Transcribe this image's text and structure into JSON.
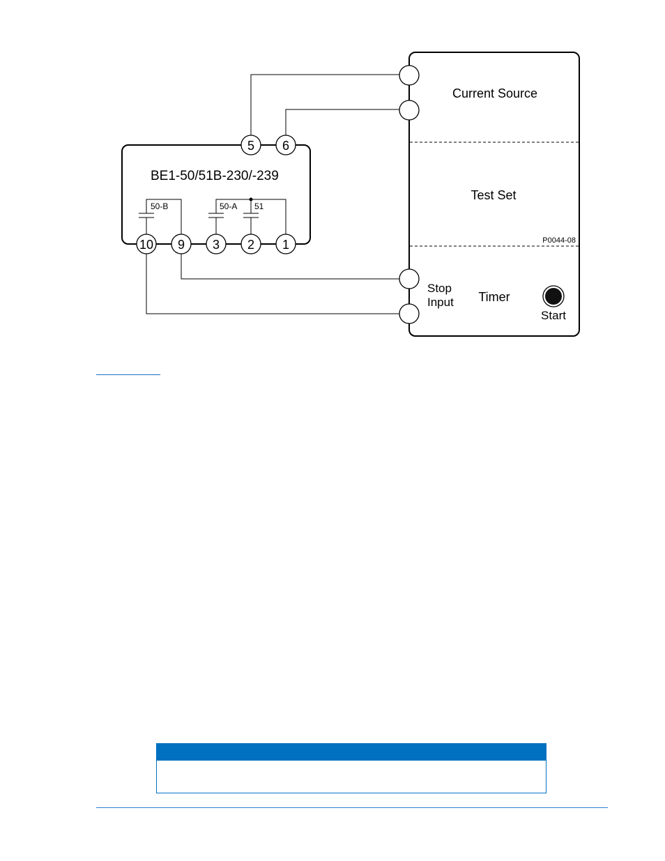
{
  "relay": {
    "title": "BE1-50/51B-230/-239",
    "contacts": {
      "c50b": "50-B",
      "c50a": "50-A",
      "c51": "51"
    },
    "terminals": {
      "t5": "5",
      "t6": "6",
      "t10": "10",
      "t9": "9",
      "t3": "3",
      "t2": "2",
      "t1": "1"
    }
  },
  "test_set": {
    "current_source": "Current Source",
    "test_set_label": "Test Set",
    "figure_id": "P0044-08",
    "stop_input_line1": "Stop",
    "stop_input_line2": "Input",
    "timer": "Timer",
    "start": "Start"
  },
  "colors": {
    "accent": "#0070c0",
    "rule": "#2a7fd0"
  }
}
